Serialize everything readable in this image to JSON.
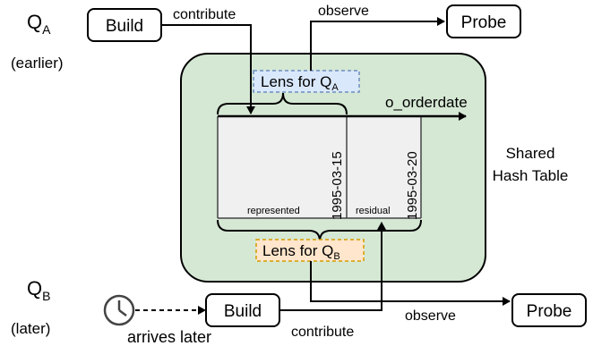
{
  "queries": {
    "qa": {
      "name": "Q",
      "sub": "A",
      "when": "(earlier)"
    },
    "qb": {
      "name": "Q",
      "sub": "B",
      "when": "(later)"
    }
  },
  "nodes": {
    "build_top": "Build",
    "probe_top": "Probe",
    "build_bottom": "Build",
    "probe_bottom": "Probe"
  },
  "edges": {
    "contribute_top": "contribute",
    "observe_top": "observe",
    "contribute_bottom": "contribute",
    "observe_bottom": "observe",
    "arrives_later": "arrives later"
  },
  "table": {
    "title_line1": "Shared",
    "title_line2": "Hash Table",
    "axis_label": "o_orderdate",
    "date1": "1995-03-15",
    "date2": "1995-03-20",
    "region1": "represented",
    "region2": "residual"
  },
  "lenses": {
    "lens_a": {
      "text": "Lens for Q",
      "sub": "A"
    },
    "lens_b": {
      "text": "Lens for Q",
      "sub": "B"
    }
  },
  "colors": {
    "shared_bg": "#d5e8d4",
    "lens_a_bg": "#dae8fc",
    "lens_a_border": "#6c8ebf",
    "lens_b_bg": "#ffe6cc",
    "lens_b_border": "#d79b00",
    "table_fill": "#f0f0f0"
  },
  "icons": {
    "clock": "clock-icon"
  }
}
